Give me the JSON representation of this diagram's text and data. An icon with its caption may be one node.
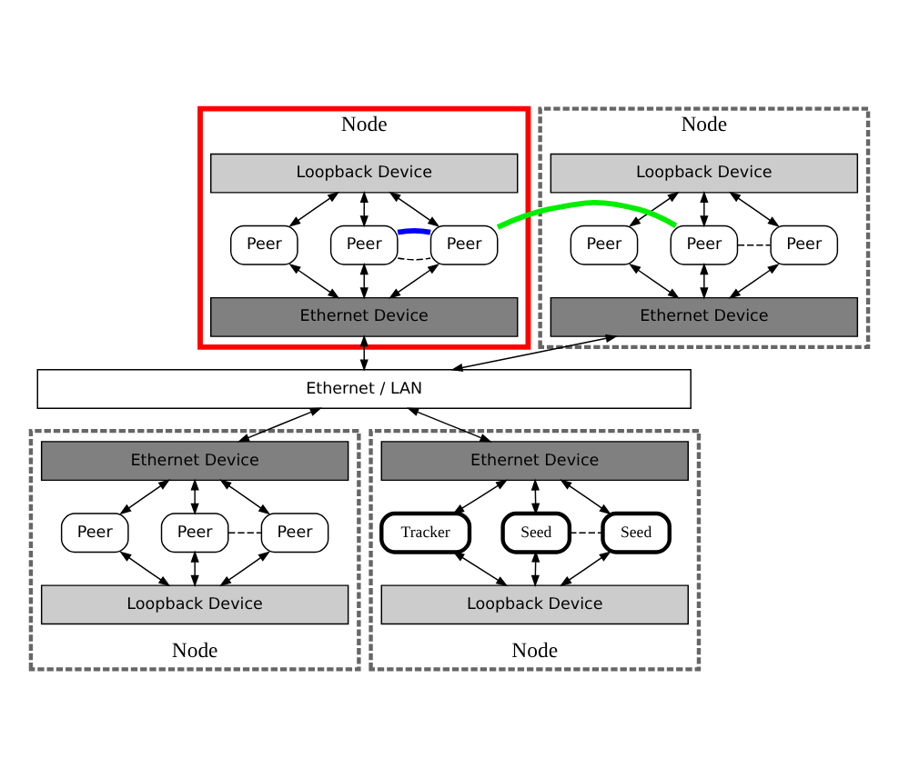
{
  "diagram": {
    "nodes": [
      {
        "text": [
          "Node"
        ]
      },
      {
        "text": [
          "Loopback Device"
        ],
        "in": 0
      },
      {
        "text": [
          "Peer"
        ],
        "in": 0
      },
      {
        "text": [
          "Peer"
        ],
        "in": 0
      },
      {
        "text": [
          "Peer"
        ],
        "in": 0
      },
      {
        "text": [
          "Ethernet Device"
        ],
        "in": 0
      },
      {
        "text": [
          "Node"
        ]
      },
      {
        "text": [
          "Loopback Device"
        ],
        "in": 6
      },
      {
        "text": [
          "Peer"
        ],
        "in": 6
      },
      {
        "text": [
          "Peer"
        ],
        "in": 6
      },
      {
        "text": [
          "Peer"
        ],
        "in": 6
      },
      {
        "text": [
          "Ethernet Device"
        ],
        "in": 6
      },
      {
        "text": [
          "Ethernet / LAN"
        ]
      },
      {
        "text": [
          "Node"
        ]
      },
      {
        "text": [
          "Ethernet Device"
        ],
        "in": 13
      },
      {
        "text": [
          "Peer"
        ],
        "in": 13
      },
      {
        "text": [
          "Peer"
        ],
        "in": 13
      },
      {
        "text": [
          "Peer"
        ],
        "in": 13
      },
      {
        "text": [
          "Loopback Device"
        ],
        "in": 13
      },
      {
        "text": [
          "Node"
        ]
      },
      {
        "text": [
          "Ethernet Device"
        ],
        "in": 19
      },
      {
        "text": [
          "Tracker"
        ],
        "in": 19
      },
      {
        "text": [
          "Seed"
        ],
        "in": 19
      },
      {
        "text": [
          "Seed"
        ],
        "in": 19
      },
      {
        "text": [
          "Loopback Device"
        ],
        "in": 19
      }
    ],
    "edges": [
      {
        "from": 1,
        "to": 2,
        "arrow": "both"
      },
      {
        "from": 1,
        "to": 3,
        "arrow": "both"
      },
      {
        "from": 1,
        "to": 4,
        "arrow": "both"
      },
      {
        "from": 2,
        "to": 5,
        "arrow": "both"
      },
      {
        "from": 3,
        "to": 5,
        "arrow": "both"
      },
      {
        "from": 4,
        "to": 5,
        "arrow": "both"
      },
      {
        "from": 3,
        "to": 4,
        "arrow": "none",
        "style": "dashed"
      },
      {
        "from": 7,
        "to": 8,
        "arrow": "both"
      },
      {
        "from": 7,
        "to": 9,
        "arrow": "both"
      },
      {
        "from": 7,
        "to": 10,
        "arrow": "both"
      },
      {
        "from": 8,
        "to": 11,
        "arrow": "both"
      },
      {
        "from": 9,
        "to": 11,
        "arrow": "both"
      },
      {
        "from": 10,
        "to": 11,
        "arrow": "both"
      },
      {
        "from": 9,
        "to": 10,
        "arrow": "none",
        "style": "dashed"
      },
      {
        "from": 5,
        "to": 12,
        "arrow": "both"
      },
      {
        "from": 11,
        "to": 12,
        "arrow": "both"
      },
      {
        "from": 12,
        "to": 14,
        "arrow": "both"
      },
      {
        "from": 12,
        "to": 20,
        "arrow": "both"
      },
      {
        "from": 14,
        "to": 15,
        "arrow": "both"
      },
      {
        "from": 14,
        "to": 16,
        "arrow": "both"
      },
      {
        "from": 14,
        "to": 17,
        "arrow": "both"
      },
      {
        "from": 15,
        "to": 18,
        "arrow": "both"
      },
      {
        "from": 16,
        "to": 18,
        "arrow": "both"
      },
      {
        "from": 17,
        "to": 18,
        "arrow": "both"
      },
      {
        "from": 16,
        "to": 17,
        "arrow": "none",
        "style": "dashed"
      },
      {
        "from": 20,
        "to": 21,
        "arrow": "both"
      },
      {
        "from": 20,
        "to": 22,
        "arrow": "both"
      },
      {
        "from": 20,
        "to": 23,
        "arrow": "both"
      },
      {
        "from": 21,
        "to": 24,
        "arrow": "both"
      },
      {
        "from": 22,
        "to": 24,
        "arrow": "both"
      },
      {
        "from": 23,
        "to": 24,
        "arrow": "both"
      },
      {
        "from": 22,
        "to": 23,
        "arrow": "none",
        "style": "dashed"
      },
      {
        "from": 3,
        "to": 4,
        "arrow": "none",
        "style": "thick",
        "color": "#0000ff"
      },
      {
        "from": 9,
        "to": 4,
        "arrow": "none",
        "style": "thick",
        "color": "#00ee00"
      }
    ]
  }
}
